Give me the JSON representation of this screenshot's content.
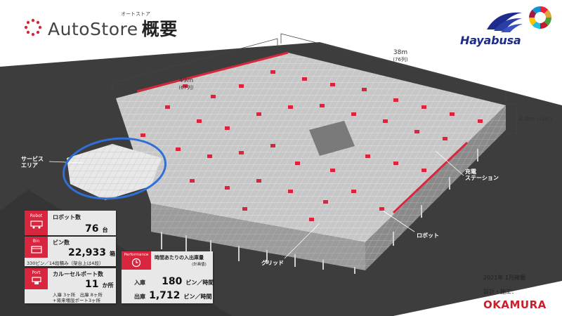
{
  "title": {
    "brand": "AutoStore",
    "suffix": "概要",
    "ruby": "オートストア"
  },
  "logos": {
    "hayabusa": "Hayabusa",
    "maker": "OKAMURA",
    "sdg_icon": "sdgs-wheel-icon",
    "hayabusa_icon": "hayabusa-swoosh-icon",
    "title_icon": "dotted-ring-icon"
  },
  "dimensions": {
    "width": "38m",
    "width_rows": "(76列)",
    "depth": "49m",
    "depth_rows": "(67列)",
    "height": "4.8m",
    "height_rows": "(14段)"
  },
  "callouts": {
    "service_area": [
      "サービス",
      "エリア"
    ],
    "charging_station": [
      "充電",
      "ステーション"
    ],
    "robot": "ロボット",
    "grid": "グリッド"
  },
  "stats": {
    "robot": {
      "badge": "Robot",
      "label": "ロボット数",
      "value": "76",
      "unit": "台",
      "icon": "robot-icon"
    },
    "bin": {
      "badge": "Bin",
      "label": "ビン数",
      "value": "22,933",
      "unit": "箱",
      "note": "330ピン／14段積み（架台上は4段）",
      "icon": "bin-icon"
    },
    "port": {
      "badge": "Port",
      "label": "カルーセルポート数",
      "value": "11",
      "unit": "か所",
      "note1": "入庫 3ヶ所　出庫 8ヶ所",
      "note2": "+将来増設ポート3ヶ所",
      "icon": "port-icon"
    },
    "performance": {
      "badge": "Performance",
      "label": "時間あたりの入出庫量",
      "sublabel": "(計画値)",
      "in_label": "入庫",
      "in_value": "180",
      "in_unit": "ビン／時間",
      "out_label": "出庫",
      "out_value": "1,712",
      "out_unit": "ビン／時間",
      "icon": "clock-icon"
    }
  },
  "footer": {
    "start": "2021年 1月稼働",
    "designer": "設計・施工："
  },
  "colors": {
    "accent_red": "#d7263d",
    "floor": "#3f3f3f",
    "highlight_circle": "#2f6fd6",
    "hayabusa_blue": "#1d2c8c"
  }
}
